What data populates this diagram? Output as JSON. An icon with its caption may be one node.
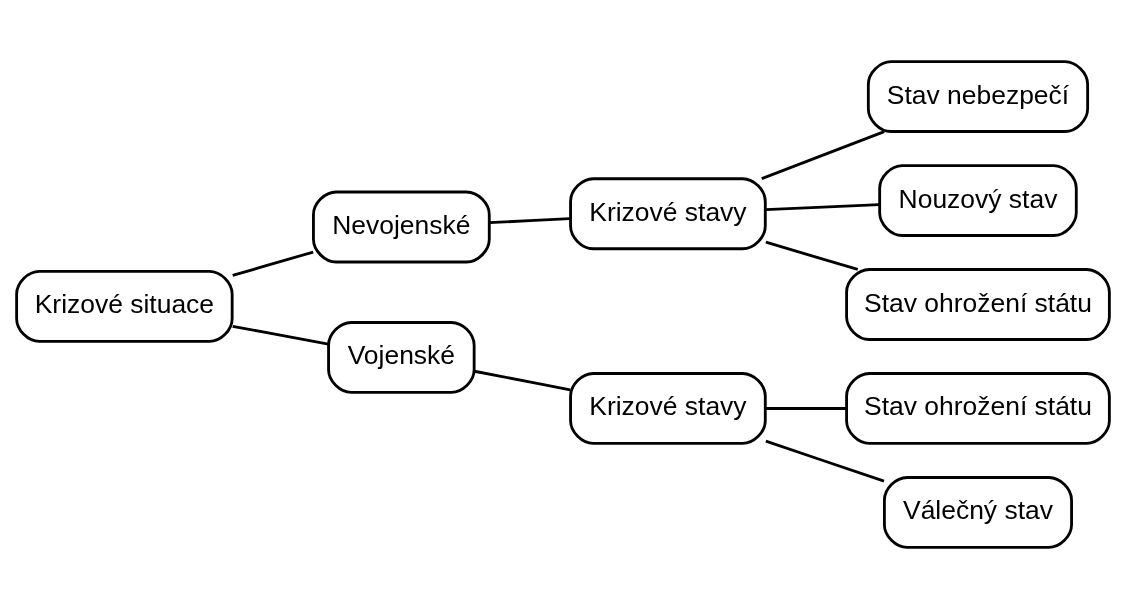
{
  "diagram": {
    "nodes": [
      {
        "text": [
          "Krizové situace"
        ]
      },
      {
        "text": [
          "Nevojenské"
        ]
      },
      {
        "text": [
          "Krizové stavy"
        ]
      },
      {
        "text": [
          "Stav nebezpečí"
        ]
      },
      {
        "text": [
          "Nouzový stav"
        ]
      },
      {
        "text": [
          "Stav ohrožení státu"
        ]
      },
      {
        "text": [
          "Vojenské"
        ]
      },
      {
        "text": [
          "Krizové stavy"
        ]
      },
      {
        "text": [
          "Stav ohrožení státu"
        ]
      },
      {
        "text": [
          "Válečný stav"
        ]
      }
    ],
    "edges": [
      {
        "from": 0,
        "to": 1,
        "arrow": "none"
      },
      {
        "from": 1,
        "to": 2,
        "arrow": "none"
      },
      {
        "from": 2,
        "to": 3,
        "arrow": "none"
      },
      {
        "from": 2,
        "to": 4,
        "arrow": "none"
      },
      {
        "from": 2,
        "to": 5,
        "arrow": "none"
      },
      {
        "from": 0,
        "to": 6,
        "arrow": "none"
      },
      {
        "from": 6,
        "to": 7,
        "arrow": "none"
      },
      {
        "from": 7,
        "to": 8,
        "arrow": "none"
      },
      {
        "from": 7,
        "to": 9,
        "arrow": "none"
      }
    ]
  }
}
